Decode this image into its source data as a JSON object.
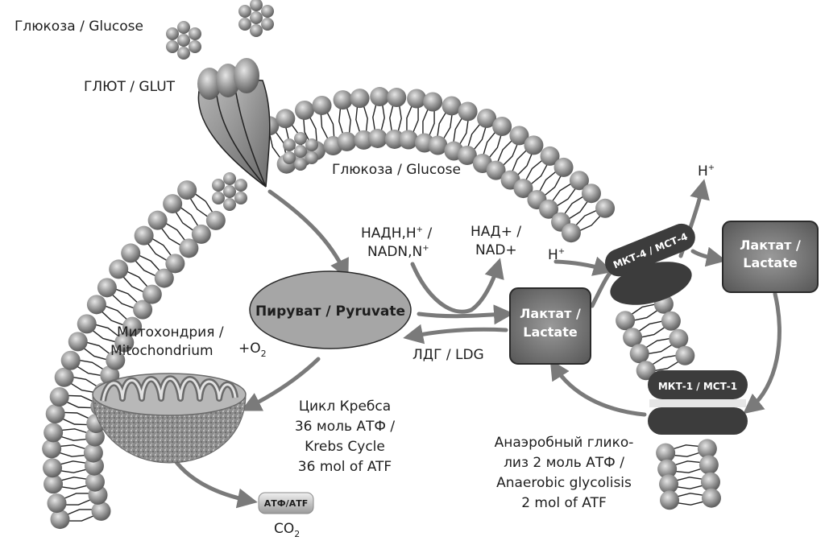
{
  "labels": {
    "glucose_outside": "Глюкоза / Glucose",
    "glut": "ГЛЮТ / GLUT",
    "glucose_inside": "Глюкоза / Glucose",
    "nadh_line1": "НАДН,Н",
    "nadh_line1_sup": "+",
    "nadh_line1_tail": " /",
    "nadh_line2": "NADN,N",
    "nadh_line2_sup": "+",
    "nad_line1": "НАД+ /",
    "nad_line2": "NAD+",
    "h_plus_inner": "H",
    "h_plus_inner_sup": "+",
    "h_plus_outer": "H",
    "h_plus_outer_sup": "+",
    "mct4": "МКТ-4 / МСТ-4",
    "mct1": "МКТ-1 / МСТ-1",
    "lactate_outer_line1": "Лактат /",
    "lactate_outer_line2": "Lactate",
    "lactate_inner_line1": "Лактат /",
    "lactate_inner_line2": "Lactate",
    "pyruvate": "Пируват / Pyruvate",
    "ldg": "ЛДГ / LDG",
    "mito_line1": "Митохондрия /",
    "mito_line2": "Mitochondrium",
    "o2_prefix": "+O",
    "o2_sub": "2",
    "krebs": [
      "Цикл Кребса",
      "36 моль АТФ /",
      "Krebs Cycle",
      "36 mol of ATF"
    ],
    "atf_box": "АТФ/АТF",
    "co2_prefix": "CO",
    "co2_sub": "2",
    "anaerobic": [
      "Анаэробный глико-",
      "лиз 2 моль АТФ /",
      "Anaerobic glycolisis",
      "2 mol of ATF"
    ]
  },
  "colors": {
    "bead": "#8a8a8a",
    "bead_highlight": "#d9d9d9",
    "arrow": "#7a7a7a",
    "dark_protein": "#3c3c3c",
    "box": "#6e6e6e",
    "pyruvate_fill": "#a6a6a6"
  }
}
